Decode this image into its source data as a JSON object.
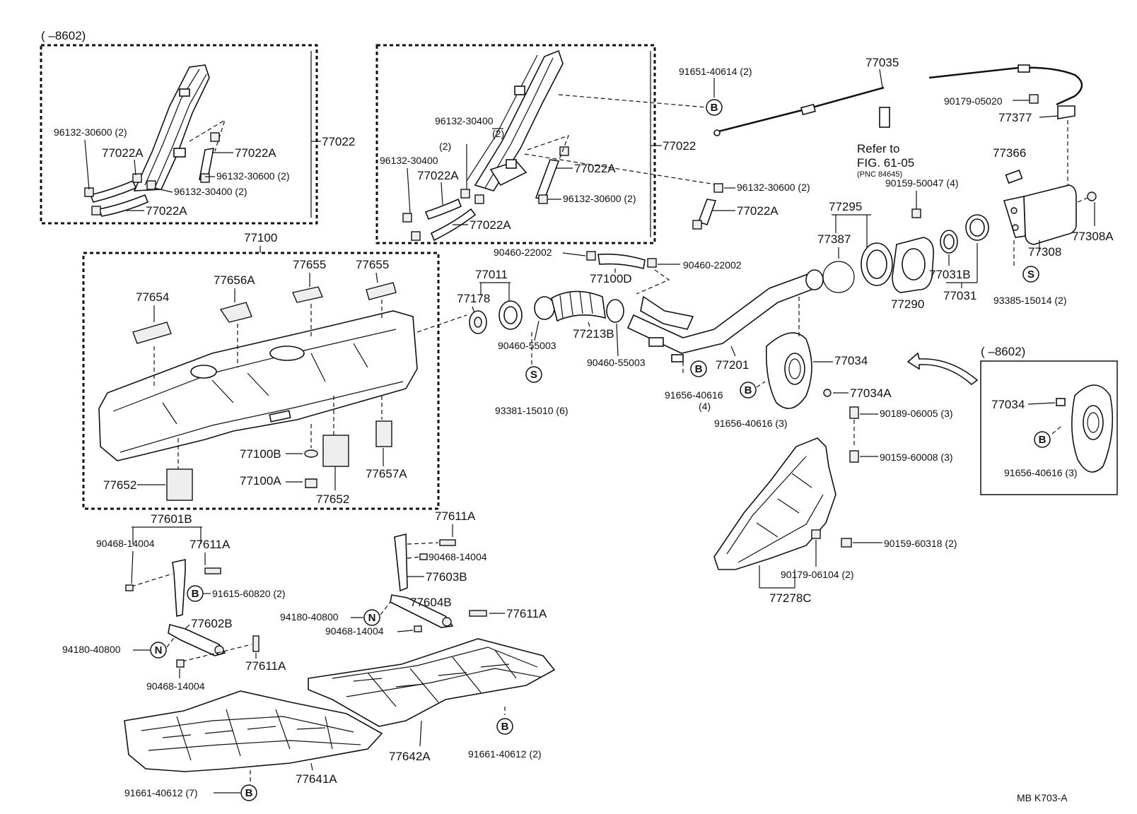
{
  "labels": {
    "inset_top_left": "( –8602)",
    "inset_right": "( –8602)",
    "p77022_a": "77022",
    "p77022_b": "77022",
    "p96132_30600_2a": "96132-30600 (2)",
    "p77022A_1": "77022A",
    "p77022A_2": "77022A",
    "p96132_30600_2b": "96132-30600 (2)",
    "p96132_30400_2a": "96132-30400 (2)",
    "p77022A_3": "77022A",
    "p96132_30400_top": "96132-30400",
    "p2_top": "(2)",
    "p2_left": "(2)",
    "p96132_30400_left": "96132-30400",
    "p77022A_4": "77022A",
    "p77022A_5": "77022A",
    "p96132_30600_2c": "96132-30600 (2)",
    "p77022A_6": "77022A",
    "p96132_30600_2d": "96132-30600 (2)",
    "p77022A_7": "77022A",
    "p91651": "91651-40614 (2)",
    "p77035": "77035",
    "p90179_05020": "90179-05020",
    "p77377": "77377",
    "refer_to": "Refer to",
    "fig": "FIG. 61-05",
    "pnc": "(PNC 84645)",
    "p77366": "77366",
    "p90159_50047": "90159-50047 (4)",
    "p77295": "77295",
    "p77387": "77387",
    "p77290": "77290",
    "p77031B": "77031B",
    "p77031": "77031",
    "p77308": "77308",
    "p77308A": "77308A",
    "p93385": "93385-15014 (2)",
    "p77100": "77100",
    "p77654": "77654",
    "p77656A": "77656A",
    "p77655_a": "77655",
    "p77655_b": "77655",
    "p77100B": "77100B",
    "p77100A": "77100A",
    "p77652_a": "77652",
    "p77652_b": "77652",
    "p77657A": "77657A",
    "p90460_22002_a": "90460-22002",
    "p90460_22002_b": "90460-22002",
    "p77100D": "77100D",
    "p77011": "77011",
    "p77178": "77178",
    "p77213B": "77213B",
    "p90460_55003_a": "90460-55003",
    "p90460_55003_b": "90460-55003",
    "p93381": "93381-15010 (6)",
    "p77201": "77201",
    "p77034": "77034",
    "p77034A": "77034A",
    "p91656_4": "91656-40616",
    "p4": "(4)",
    "p91656_3": "91656-40616 (3)",
    "p90189": "90189-06005 (3)",
    "p90159_60008": "90159-60008 (3)",
    "p90159_60318": "90159-60318 (2)",
    "p90179_06104": "90179-06104 (2)",
    "p77278C": "77278C",
    "p77034_inset": "77034",
    "p91656_inset": "91656-40616 (3)",
    "p77601B": "77601B",
    "p90468_a": "90468-14004",
    "p77611A_a": "77611A",
    "p91615": "91615-60820 (2)",
    "p77602B": "77602B",
    "p94180_a": "94180-40800",
    "p77611A_b": "77611A",
    "p90468_b": "90468-14004",
    "p77611A_c": "77611A",
    "p90468_c": "90468-14004",
    "p77603B": "77603B",
    "p94180_b": "94180-40800",
    "p77604B": "77604B",
    "p77611A_d": "77611A",
    "p90468_d": "90468-14004",
    "p77641A": "77641A",
    "p77642A": "77642A",
    "p91661_a": "91661-40612 (2)",
    "p91661_b": "91661-40612 (7)",
    "footer": "MB K703-A"
  },
  "symbols": {
    "B": "B",
    "S": "S",
    "N": "N"
  }
}
